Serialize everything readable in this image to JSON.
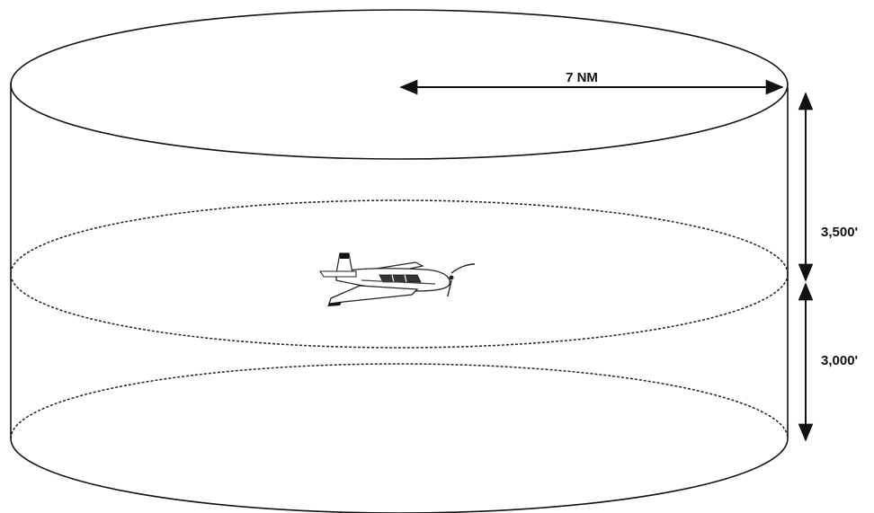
{
  "diagram": {
    "radius_label": "7 NM",
    "upper_height_label": "3,500'",
    "lower_height_label": "3,000'",
    "aircraft": "aircraft-icon"
  }
}
